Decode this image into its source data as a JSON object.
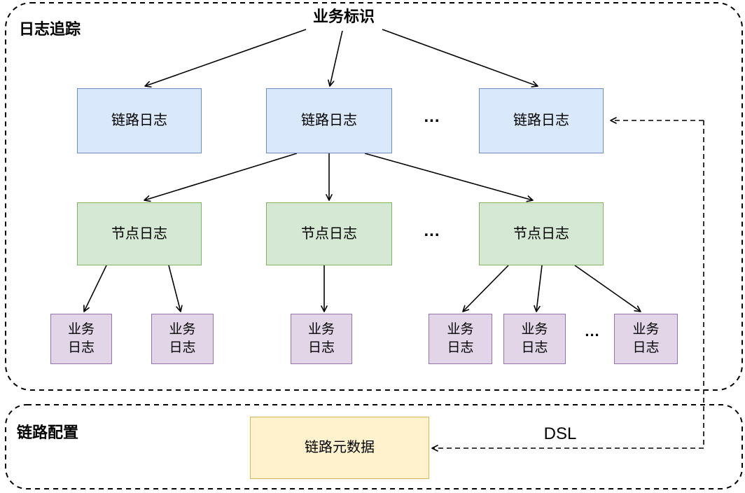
{
  "title": "业务标识",
  "sections": {
    "log_tracing": {
      "label": "日志追踪"
    },
    "link_config": {
      "label": "链路配置"
    }
  },
  "nodes": {
    "trace_logs": [
      {
        "label": "链路日志"
      },
      {
        "label": "链路日志"
      },
      {
        "label": "链路日志"
      }
    ],
    "node_logs": [
      {
        "label": "节点日志"
      },
      {
        "label": "节点日志"
      },
      {
        "label": "节点日志"
      }
    ],
    "business_logs": [
      {
        "label": "业务\n日志"
      },
      {
        "label": "业务\n日志"
      },
      {
        "label": "业务\n日志"
      },
      {
        "label": "业务\n日志"
      },
      {
        "label": "业务\n日志"
      },
      {
        "label": "业务\n日志"
      }
    ],
    "link_metadata": {
      "label": "链路元数据"
    }
  },
  "labels": {
    "dsl": "DSL",
    "ellipsis": "..."
  },
  "colors": {
    "trace_log_fill": "#dae8fc",
    "trace_log_stroke": "#6c8ebf",
    "node_log_fill": "#d5e8d4",
    "node_log_stroke": "#82b366",
    "business_log_fill": "#e1d5e7",
    "business_log_stroke": "#9673a6",
    "metadata_fill": "#fff2cc",
    "metadata_stroke": "#d6b656",
    "edge": "#000000",
    "background": "#ffffff"
  }
}
